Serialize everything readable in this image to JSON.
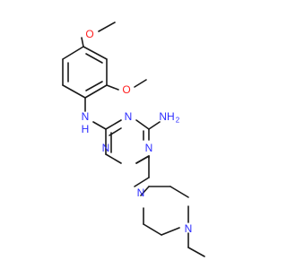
{
  "molecule": {
    "colors": {
      "bond": "#1a1a1a",
      "nitrogen": "#2b2bff",
      "oxygen": "#ff2020",
      "background": "#ffffff"
    },
    "labels": {
      "o_top": "O",
      "o_right": "O",
      "nh_link": "N",
      "nh_link_h": "H",
      "n_ring_top": "N",
      "n_ring_left": "N",
      "n_ring_right": "N",
      "nh2": "NH",
      "nh2_sub": "2",
      "n_pip_left": "N",
      "n_pip_right": "N"
    }
  }
}
